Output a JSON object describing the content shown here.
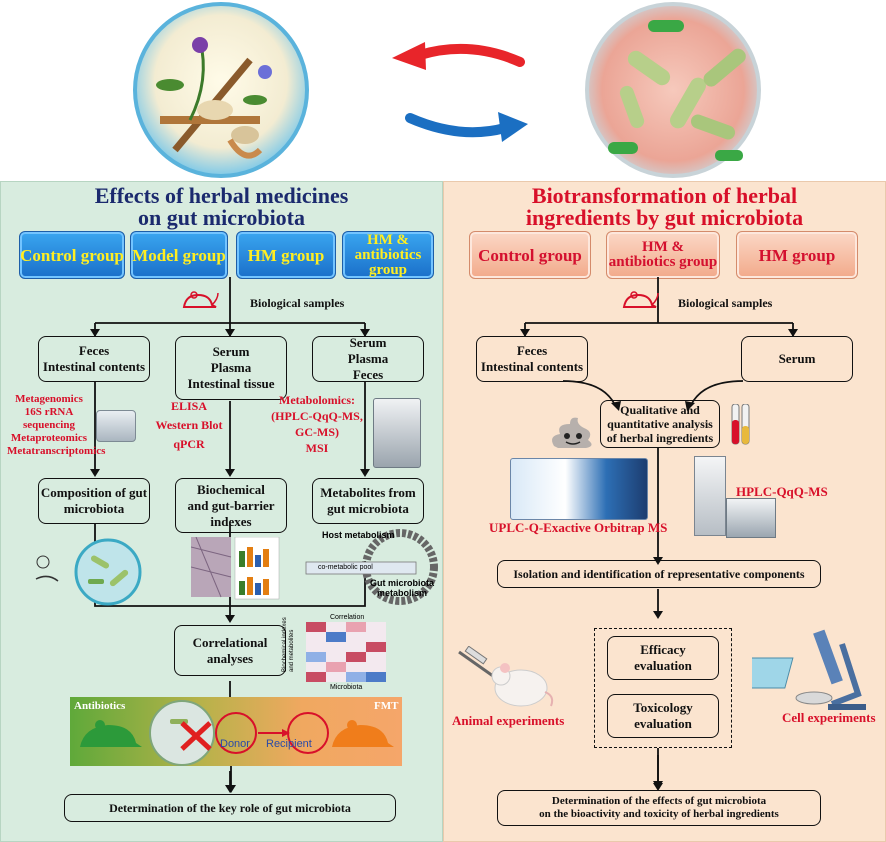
{
  "left": {
    "title_line1": "Effects of herbal medicines",
    "title_line2": "on gut microbiota",
    "groups": [
      "Control group",
      "Model group",
      "HM group",
      "HM & antibiotics group"
    ],
    "bio_samples": "Biological samples",
    "boxes": {
      "b1_l1": "Feces",
      "b1_l2": "Intestinal contents",
      "b2_l1": "Serum",
      "b2_l2": "Plasma",
      "b2_l3": "Intestinal tissue",
      "b3_l1": "Serum",
      "b3_l2": "Plasma",
      "b3_l3": "Feces",
      "c1_l1": "Composition of gut",
      "c1_l2": "microbiota",
      "c2_l1": "Biochemical",
      "c2_l2": "and gut-barrier",
      "c2_l3": "indexes",
      "c3_l1": "Metabolites from",
      "c3_l2": "gut microbiota",
      "corr_l1": "Correlational",
      "corr_l2": "analyses",
      "final": "Determination of the key role of gut microbiota"
    },
    "methods1": [
      "Metagenomics",
      "16S rRNA",
      "sequencing",
      "Metaproteomics",
      "Metatranscriptomics"
    ],
    "methods2": [
      "ELISA",
      "Western Blot",
      "qPCR"
    ],
    "methods3": [
      "Metabolomics:",
      "(HPLC-QqQ-MS,",
      "GC-MS)",
      "MSI"
    ],
    "metab": {
      "host": "Host metabolism",
      "pool": "co-metabolic pool",
      "gut1": "Gut microbiota",
      "gut2": "metabolism"
    },
    "heatmap": {
      "title": "Correlation",
      "xlabel": "Microbiota",
      "ylabel1": "Biochemical indexes",
      "ylabel2": "and metabolites"
    },
    "strip": {
      "antibiotics": "Antibiotics",
      "fmt": "FMT",
      "donor": "Donor",
      "recipient": "Recipient"
    }
  },
  "right": {
    "title_line1": "Biotransformation of herbal",
    "title_line2": "ingredients by gut microbiota",
    "groups": [
      "Control group",
      "HM & antibiotics group",
      "HM group"
    ],
    "bio_samples": "Biological samples",
    "boxes": {
      "feces_l1": "Feces",
      "feces_l2": "Intestinal contents",
      "serum": "Serum",
      "qual_l1": "Qualitative and",
      "qual_l2": "quantitative analysis",
      "qual_l3": "of herbal ingredients",
      "iso": "Isolation and identification of representative components",
      "eff_l1": "Efficacy",
      "eff_l2": "evaluation",
      "tox_l1": "Toxicology",
      "tox_l2": "evaluation",
      "final_l1": "Determination of the effects of gut microbiota",
      "final_l2": "on the bioactivity and toxicity of herbal ingredients"
    },
    "instr1": "UPLC-Q-Exactive Orbitrap MS",
    "instr2": "HPLC-QqQ-MS",
    "animal": "Animal experiments",
    "cell": "Cell experiments"
  }
}
